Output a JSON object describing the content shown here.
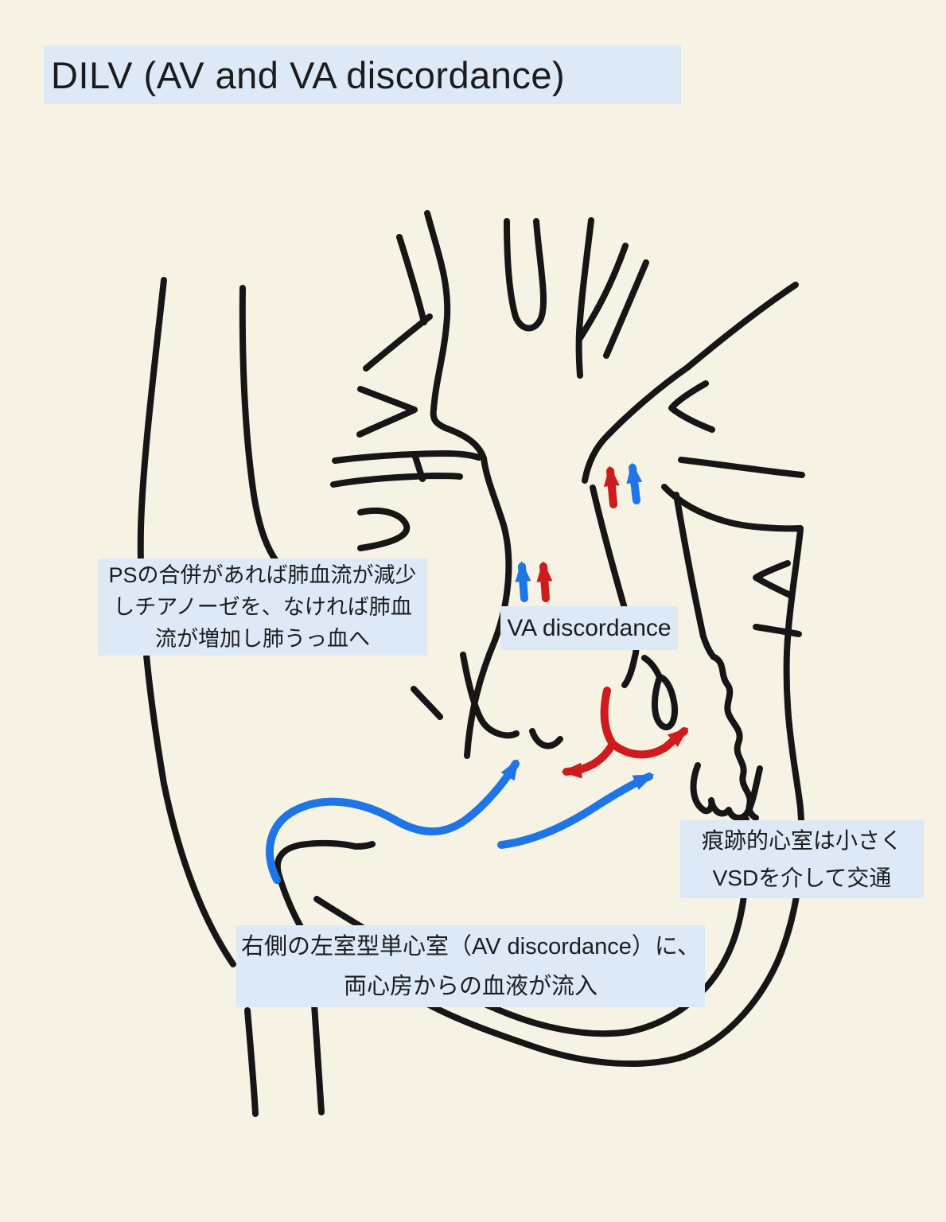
{
  "title": {
    "text": "DILV (AV and VA discordance)"
  },
  "annotations": {
    "ps_note": {
      "lines": [
        "PSの合併があれば肺血流が減少",
        "しチアノーゼを、なければ肺血",
        "流が増加し肺うっ血へ"
      ]
    },
    "va_label": {
      "text": "VA discordance"
    },
    "rudimentary_note": {
      "lines": [
        "痕跡的心室は小さく",
        "VSDを介して交通"
      ]
    },
    "inflow_note": {
      "lines": [
        "右側の左室型単心室（AV discordance）に、",
        "両心房からの血液が流入"
      ]
    }
  },
  "colors": {
    "background": "#f7f3e4",
    "highlight": "#dde9f7",
    "ink": "#161616",
    "arterial_red": "#cf1b1b",
    "venous_blue": "#1e75e8",
    "text": "#1c1c1e"
  },
  "arrows": {
    "aorta_flow_pair": [
      "venous_blue",
      "arterial_red"
    ],
    "pulmonary_flow_pair": [
      "arterial_red",
      "venous_blue"
    ],
    "systemic_venous_inflow": "venous_blue",
    "pulmonary_venous_inflow": "venous_blue",
    "vsd_flow": "arterial_red"
  }
}
